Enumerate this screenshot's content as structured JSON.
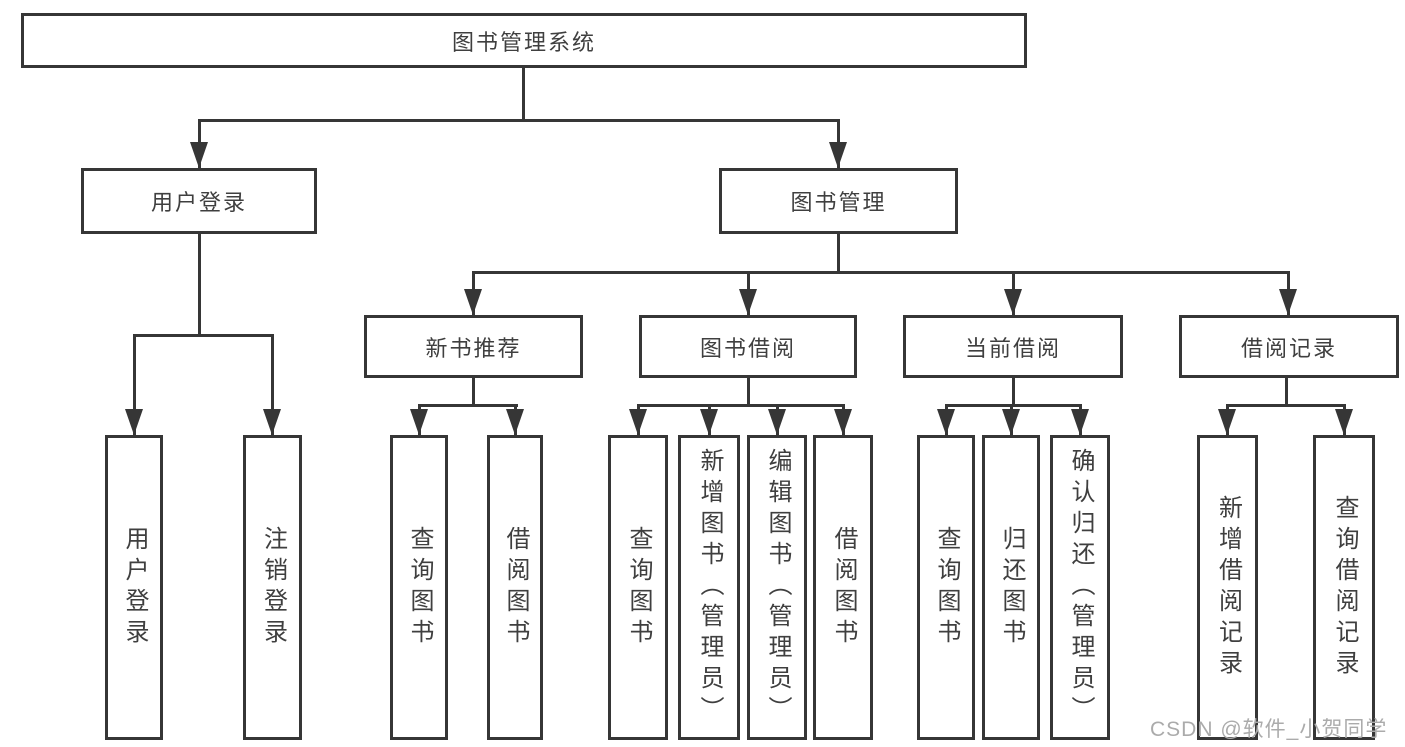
{
  "tree": {
    "root": {
      "label": "图书管理系统",
      "children": [
        {
          "label": "用户登录",
          "children": [
            {
              "label": "用户登录"
            },
            {
              "label": "注销登录"
            }
          ]
        },
        {
          "label": "图书管理",
          "children": [
            {
              "label": "新书推荐",
              "children": [
                {
                  "label": "查询图书"
                },
                {
                  "label": "借阅图书"
                }
              ]
            },
            {
              "label": "图书借阅",
              "children": [
                {
                  "label": "查询图书"
                },
                {
                  "label": "新增图书（管理员）"
                },
                {
                  "label": "编辑图书（管理员）"
                },
                {
                  "label": "借阅图书"
                }
              ]
            },
            {
              "label": "当前借阅",
              "children": [
                {
                  "label": "查询图书"
                },
                {
                  "label": "归还图书"
                },
                {
                  "label": "确认归还（管理员）"
                }
              ]
            },
            {
              "label": "借阅记录",
              "children": [
                {
                  "label": "新增借阅记录"
                },
                {
                  "label": "查询借阅记录"
                }
              ]
            }
          ]
        }
      ]
    }
  },
  "watermark": {
    "text": "CSDN @软件_小贺同学"
  },
  "colors": {
    "line": "#363636",
    "border": "#363636",
    "background": "#ffffff",
    "text": "#3f3f3f",
    "watermark": "#ababab"
  }
}
